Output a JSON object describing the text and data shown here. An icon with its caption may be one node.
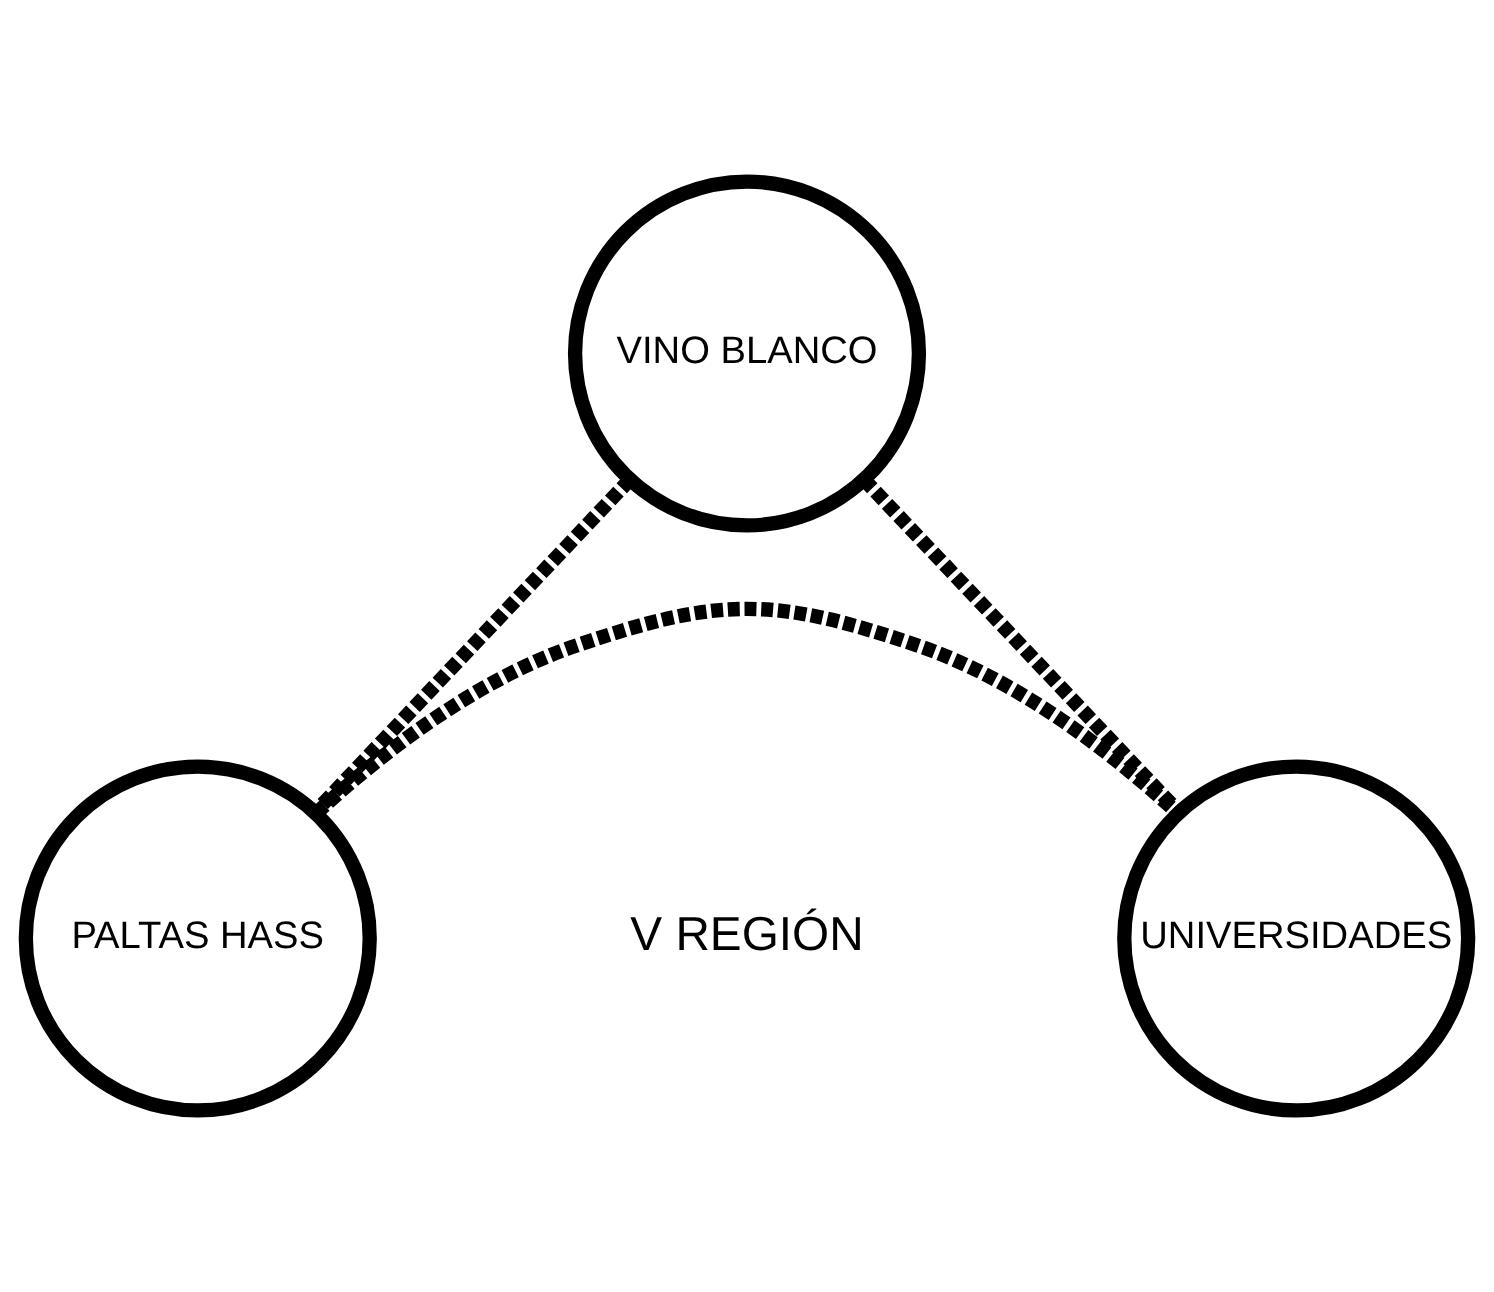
{
  "diagram": {
    "nodes": [
      {
        "text": [
          "VINO BLANCO"
        ]
      },
      {
        "text": [
          "PALTAS HASS"
        ]
      },
      {
        "text": [
          "UNIVERSIDADES"
        ]
      }
    ],
    "edges": [
      {
        "from": 0,
        "to": 1,
        "arrow": "none",
        "style": "dashed"
      },
      {
        "from": 0,
        "to": 2,
        "arrow": "none",
        "style": "dashed"
      },
      {
        "from": 1,
        "to": 2,
        "arrow": "none",
        "style": "dashed"
      }
    ],
    "labels": [
      "V REGIÓN"
    ]
  }
}
